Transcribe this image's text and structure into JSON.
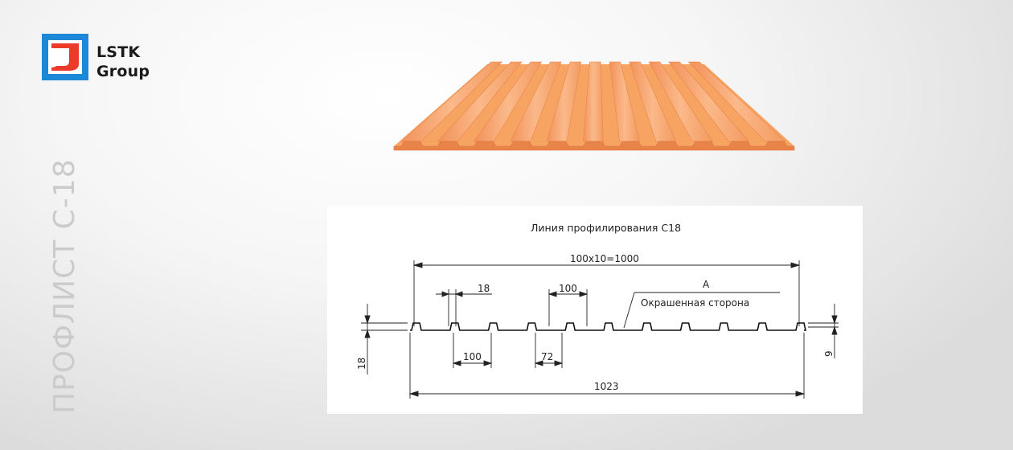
{
  "brand": {
    "line1": "LSTK",
    "line2": "Group",
    "logo_icon": "lstk-logo-icon",
    "colors": {
      "blue": "#1e88d8",
      "red": "#ec3a2a"
    }
  },
  "side_title": "ПРОФЛИСТ С-18",
  "product_image": {
    "icon": "corrugated-sheet-icon",
    "color": "#f7a463"
  },
  "drawing": {
    "title": "Линия профилирования С18",
    "dim_total": "100x10=1000",
    "dim_rib_top": "18",
    "dim_pitch_top": "100",
    "callout_letter": "A",
    "callout_text": "Окрашенная сторона",
    "dim_height": "18",
    "dim_pitch_bottom": "100",
    "dim_valley": "72",
    "dim_width": "1023",
    "dim_edge": "9"
  }
}
